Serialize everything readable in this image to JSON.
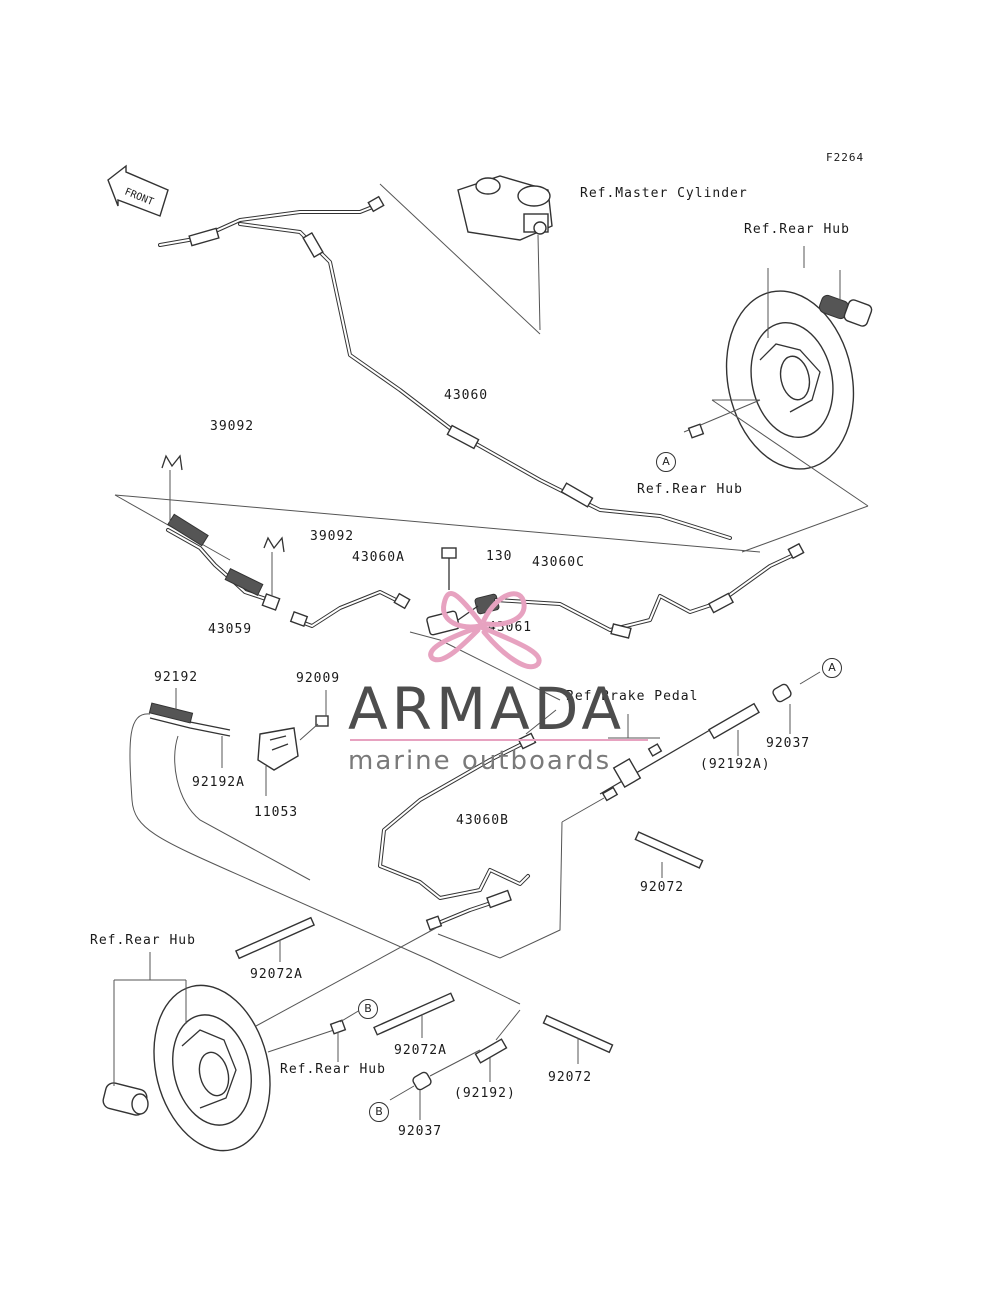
{
  "figure_code": "F2264",
  "front_marker": "FRONT",
  "refs": {
    "master_cylinder": "Ref.Master Cylinder",
    "rear_hub_top": "Ref.Rear Hub",
    "rear_hub_mid": "Ref.Rear Hub",
    "brake_pedal": "Ref.Brake Pedal",
    "rear_hub_left": "Ref.Rear Hub",
    "rear_hub_bottom": "Ref.Rear Hub"
  },
  "callouts": {
    "a_upper": "A",
    "a_right": "A",
    "b_upper": "B",
    "b_lower": "B"
  },
  "parts": {
    "p43060": "43060",
    "p39092_upper": "39092",
    "p39092_lower": "39092",
    "p43060a": "43060A",
    "p130": "130",
    "p43060c": "43060C",
    "p43061": "43061",
    "p43059": "43059",
    "p92192": "92192",
    "p92009": "92009",
    "p92192a": "92192A",
    "p11053": "11053",
    "p92037_right": "92037",
    "p92192a_paren": "(92192A)",
    "p43060b": "43060B",
    "p92072_right": "92072",
    "p92072a_left": "92072A",
    "p92072a_mid": "92072A",
    "p92072_bottom": "92072",
    "p92192_paren": "(92192)",
    "p92037_bottom": "92037"
  },
  "watermark": {
    "brand": "ARMADA",
    "tagline": "marine outboards",
    "accent_color": "#e7a2c0",
    "text_color": "#4d4d4d"
  }
}
